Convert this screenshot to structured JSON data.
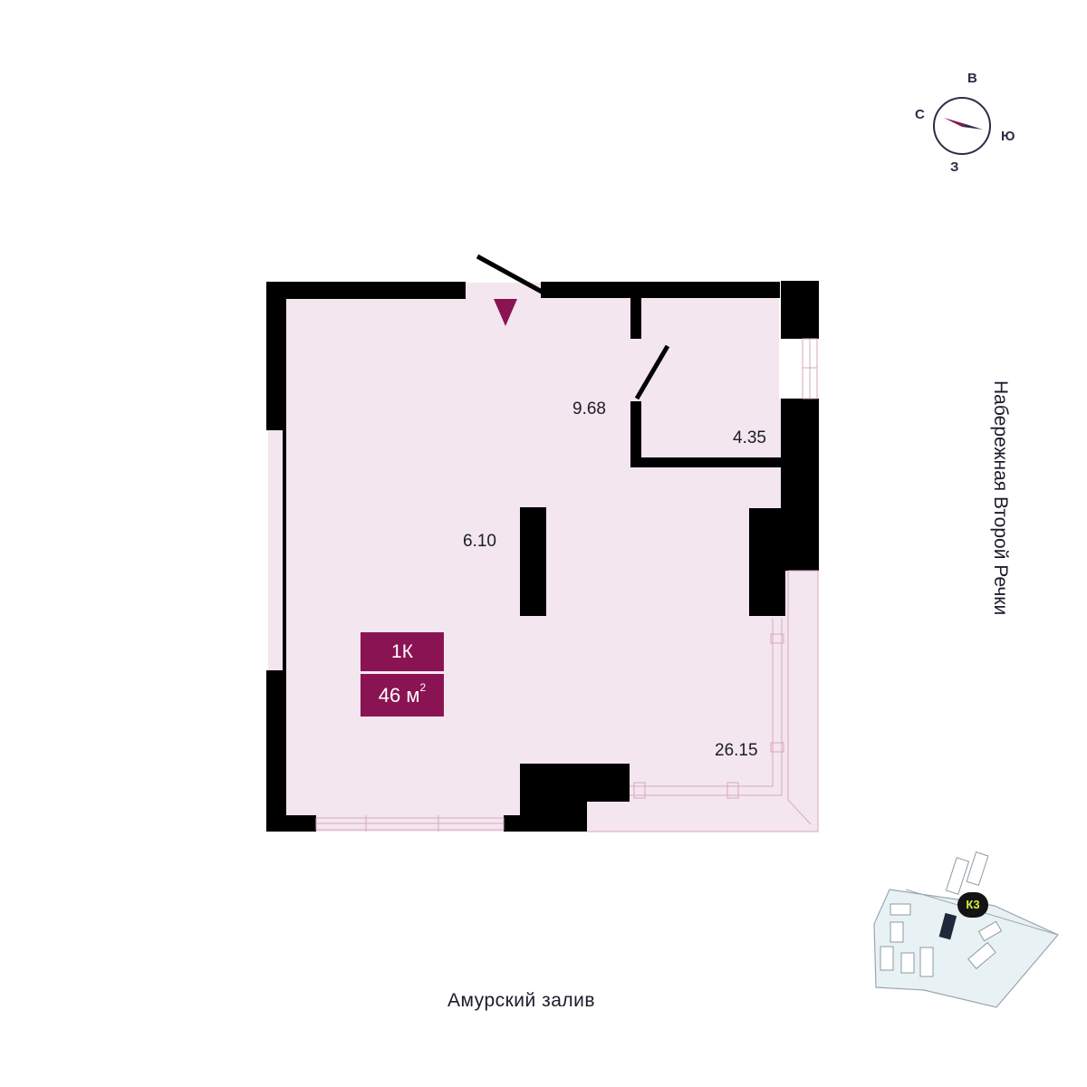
{
  "compass": {
    "north": "С",
    "east": "В",
    "south": "Ю",
    "west": "З"
  },
  "street_label": "Набережная Второй Речки",
  "bay_label": "Амурский залив",
  "rooms": {
    "hall_area": "9.68",
    "bathroom_area": "4.35",
    "kitchen_area": "6.10",
    "living_area": "26.15"
  },
  "apartment": {
    "type": "1К",
    "area_value": "46 м",
    "area_unit_sup": "2"
  },
  "building_tag": "К3",
  "colors": {
    "floor": "#f3e6ee",
    "wall": "#000000",
    "accent": "#8a1453",
    "compass": "#2c2c48",
    "site": "#e8f2f4",
    "tag_text": "#d6f03c"
  }
}
